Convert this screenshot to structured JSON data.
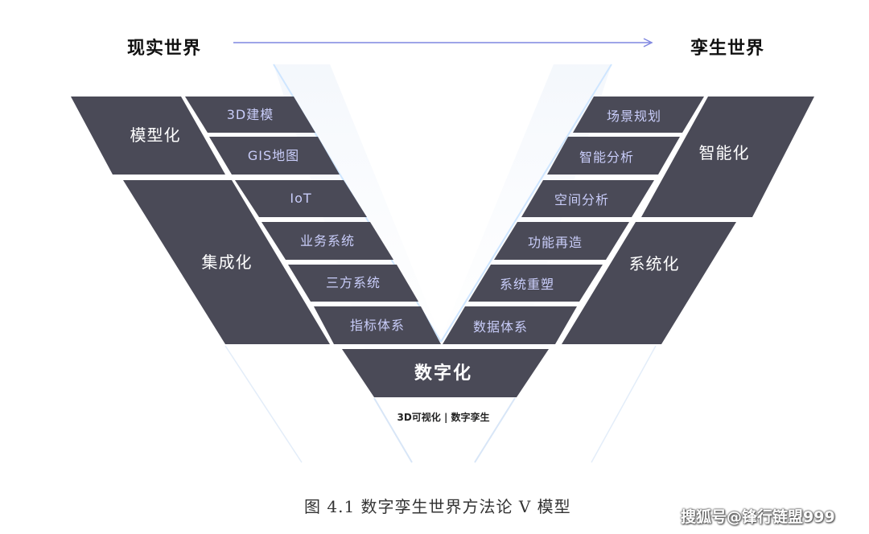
{
  "headers": {
    "left": "现实世界",
    "right": "孪生世界"
  },
  "left_panels": {
    "modelling": "模型化",
    "integration": "集成化"
  },
  "left_items": [
    "3D建模",
    "GIS地图",
    "IoT",
    "业务系统",
    "三方系统",
    "指标体系"
  ],
  "right_panels": {
    "intelligence": "智能化",
    "systemization": "系统化"
  },
  "right_items": [
    "场景规划",
    "智能分析",
    "空间分析",
    "功能再造",
    "系统重塑",
    "数据体系"
  ],
  "core": {
    "title": "数字化",
    "subtitle": "3D可视化 | 数字孪生"
  },
  "caption": "图 4.1  数字孪生世界方法论 V 模型",
  "watermark": "搜狐号@锋行链盟999",
  "colors": {
    "panel": "#4a4a57",
    "item_text": "#c9cdfa",
    "arrow": "#7f86e0",
    "glow": "#cfe6ff"
  }
}
